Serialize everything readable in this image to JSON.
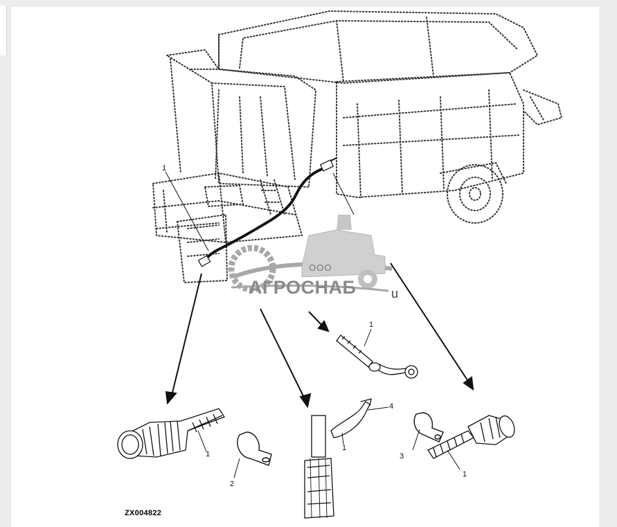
{
  "figure": {
    "code": "ZX004822",
    "callouts": {
      "c1_top": "1",
      "c1_mid": "1",
      "c1_left": "1",
      "c1_center": "1",
      "c1_right": "1",
      "c2": "2",
      "c3": "3",
      "c4": "4"
    }
  },
  "watermark": {
    "ooo": "ООО",
    "name": "АГРОСНАБ",
    "tail": "u"
  },
  "colors": {
    "line": "#111111",
    "dots": "#333333",
    "watermark_gray": "#9a9a9a",
    "sheet": "#ffffff",
    "background": "#ececec"
  }
}
